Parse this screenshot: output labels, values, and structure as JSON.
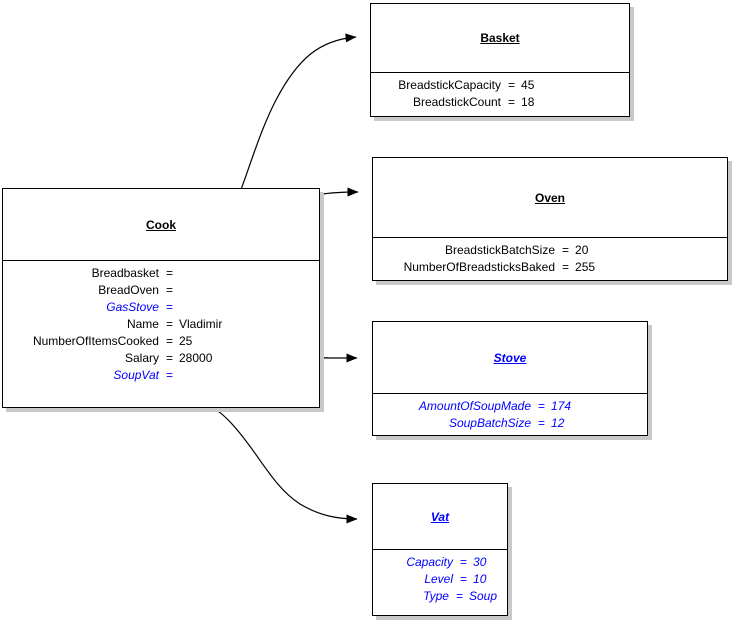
{
  "diagram": {
    "kind": "uml-object-diagram",
    "colors": {
      "stroke": "#000000",
      "background": "#ffffff",
      "shadow": "#c8c8c8",
      "abstract_blue": "#0000ff"
    }
  },
  "objects": {
    "cook": {
      "title": "Cook",
      "abstract": false,
      "attributes": [
        {
          "name": "Breadbasket",
          "value": "",
          "blue": false,
          "is_reference": true
        },
        {
          "name": "BreadOven",
          "value": "",
          "blue": false,
          "is_reference": true
        },
        {
          "name": "GasStove",
          "value": "",
          "blue": true,
          "is_reference": true
        },
        {
          "name": "Name",
          "value": "Vladimir",
          "blue": false,
          "is_reference": false
        },
        {
          "name": "NumberOfItemsCooked",
          "value": "25",
          "blue": false,
          "is_reference": false
        },
        {
          "name": "Salary",
          "value": "28000",
          "blue": false,
          "is_reference": false
        },
        {
          "name": "SoupVat",
          "value": "",
          "blue": true,
          "is_reference": true
        }
      ]
    },
    "basket": {
      "title": "Basket",
      "abstract": false,
      "attributes": [
        {
          "name": "BreadstickCapacity",
          "value": "45",
          "blue": false,
          "is_reference": false
        },
        {
          "name": "BreadstickCount",
          "value": "18",
          "blue": false,
          "is_reference": false
        }
      ]
    },
    "oven": {
      "title": "Oven",
      "abstract": false,
      "attributes": [
        {
          "name": "BreadstickBatchSize",
          "value": "20",
          "blue": false,
          "is_reference": false
        },
        {
          "name": "NumberOfBreadsticksBaked",
          "value": "255",
          "blue": false,
          "is_reference": false
        }
      ]
    },
    "stove": {
      "title": "Stove",
      "abstract": true,
      "attributes": [
        {
          "name": "AmountOfSoupMade",
          "value": "174",
          "blue": true,
          "is_reference": false
        },
        {
          "name": "SoupBatchSize",
          "value": "12",
          "blue": true,
          "is_reference": false
        }
      ]
    },
    "vat": {
      "title": "Vat",
      "abstract": true,
      "attributes": [
        {
          "name": "Capacity",
          "value": "30",
          "blue": true,
          "is_reference": false
        },
        {
          "name": "Level",
          "value": "10",
          "blue": true,
          "is_reference": false
        },
        {
          "name": "Type",
          "value": "Soup",
          "blue": true,
          "is_reference": false
        }
      ]
    }
  },
  "equals_symbol": "=",
  "connectors": [
    {
      "from": "cook.Breadbasket",
      "to": "basket",
      "arrow": "filled-triangle"
    },
    {
      "from": "cook.BreadOven",
      "to": "oven",
      "arrow": "filled-triangle"
    },
    {
      "from": "cook.GasStove",
      "to": "stove",
      "arrow": "filled-triangle"
    },
    {
      "from": "cook.SoupVat",
      "to": "vat",
      "arrow": "filled-triangle"
    }
  ]
}
